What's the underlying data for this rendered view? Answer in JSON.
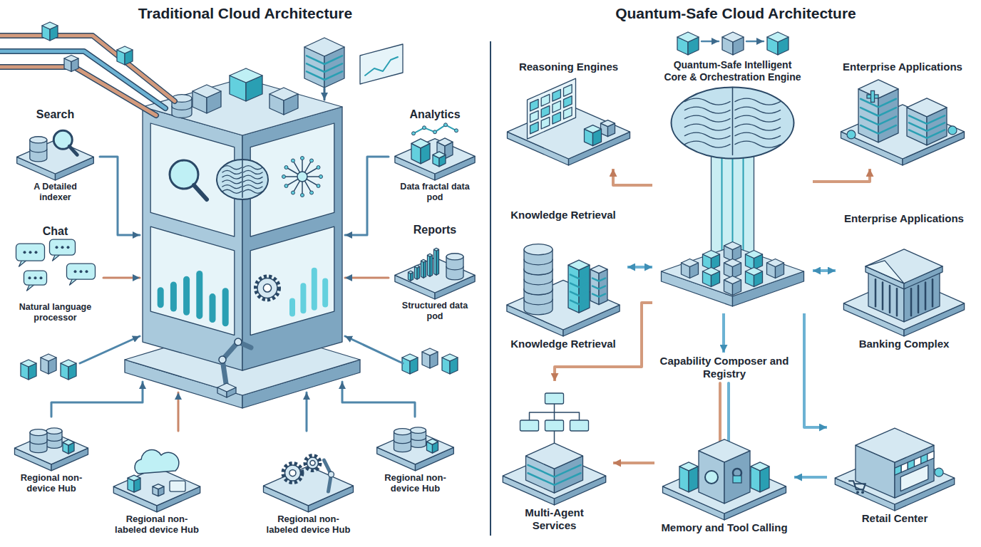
{
  "diagram": {
    "nodes": [
      {
        "text": [
          "Search",
          "A Detailed indexer"
        ]
      },
      {
        "text": [
          "Chat",
          "Natural language processor"
        ]
      },
      {
        "text": [
          "Analytics",
          "Data fractal data pod"
        ]
      },
      {
        "text": [
          "Reports",
          "Structured data pod"
        ]
      },
      {
        "text": [
          "Regional non-device Hub"
        ]
      },
      {
        "text": [
          "Regional non-labeled device Hub"
        ]
      },
      {
        "text": [
          "Regional non-labeled device Hub"
        ]
      },
      {
        "text": [
          "Regional non-device Hub"
        ]
      },
      {
        "text": [
          "Reasoning Engines"
        ]
      },
      {
        "text": [
          "Quantum-Safe Intelligent Core & Orchestration Engine"
        ]
      },
      {
        "text": [
          "Enterprise Applications"
        ]
      },
      {
        "text": [
          "Knowledge Retrieval",
          "Knowledge Retrieval"
        ]
      },
      {
        "text": [
          "Enterprise Applications",
          "Banking Complex"
        ]
      },
      {
        "text": [
          "Multi-Agent Services"
        ]
      },
      {
        "text": [
          "Capability Composer and Registry",
          "Memory and Tool Calling"
        ]
      },
      {
        "text": [
          "Retail Center"
        ]
      }
    ],
    "edges": [
      {
        "from": 9,
        "to": 8,
        "arrow": "to"
      },
      {
        "from": 9,
        "to": 10,
        "arrow": "to"
      },
      {
        "from": 9,
        "to": 11,
        "arrow": "both"
      },
      {
        "from": 9,
        "to": 12,
        "arrow": "both"
      },
      {
        "from": 9,
        "to": 13,
        "arrow": "to"
      },
      {
        "from": 9,
        "to": 14,
        "arrow": "to"
      },
      {
        "from": 9,
        "to": 15,
        "arrow": "to"
      },
      {
        "from": 14,
        "to": 13,
        "arrow": "to"
      },
      {
        "from": 15,
        "to": 14,
        "arrow": "to"
      }
    ],
    "labels": [
      "Traditional Cloud Architecture",
      "Quantum-Safe Cloud Architecture"
    ]
  }
}
